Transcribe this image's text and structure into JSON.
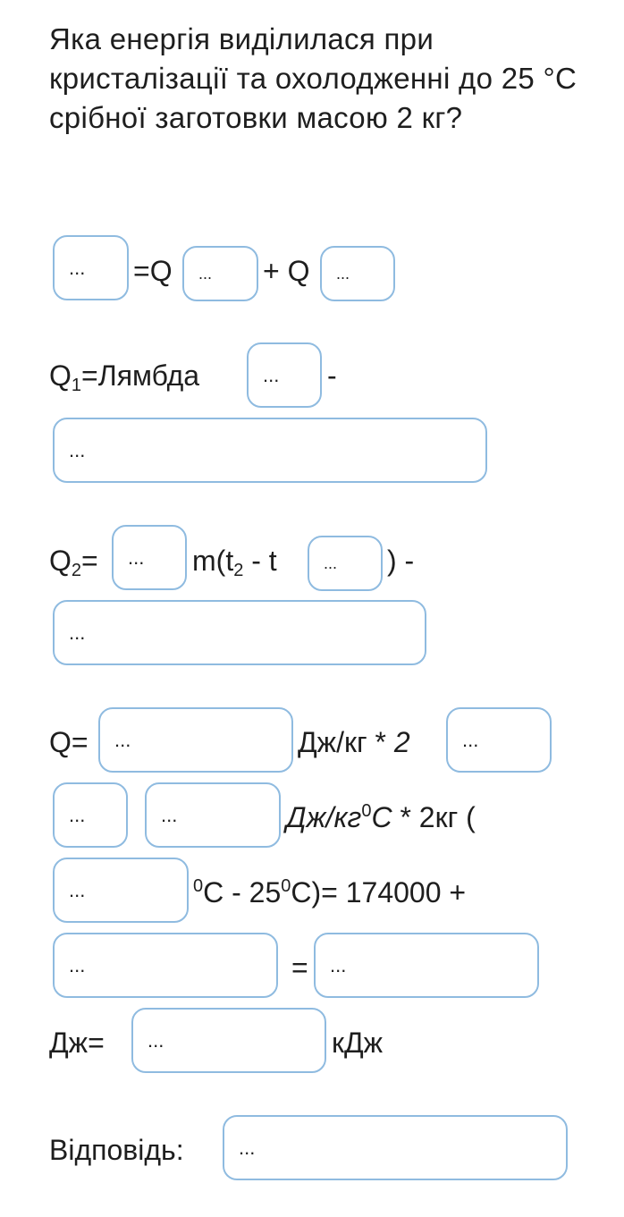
{
  "question": "Яка енергія виділилася при кристалізації та охолодженні до 25 °С срібної заготовки масою 2 кг?",
  "placeholder": "...",
  "line1": {
    "eq_q": "=Q",
    "plus_q": "+ Q"
  },
  "line2": {
    "q": "Q",
    "sub": "1",
    "rest": "=Лямбда",
    "dash": "-"
  },
  "line3": {
    "q": "Q",
    "sub": "2",
    "eq": "=",
    "m_t": "m(t",
    "sub2": "2",
    "minus_t": " - t",
    "close": ") -"
  },
  "line4": {
    "q_eq": "Q=",
    "unit": "Дж/кг * ",
    "two": "2"
  },
  "line5": {
    "unit": "Дж/кг",
    "sup": "0",
    "c": "С",
    "rest": "* 2кг ("
  },
  "line6": {
    "sup1": "0",
    "mid": "С - 25",
    "sup2": "0",
    "rest": "С)= 174000 +"
  },
  "line7": {
    "eq": "="
  },
  "line8": {
    "dzh": "Дж=",
    "kdzh": "кДж"
  },
  "answer_label": "Відповідь:",
  "colors": {
    "box_border": "#8fbbe0",
    "text": "#1e1e1e"
  }
}
